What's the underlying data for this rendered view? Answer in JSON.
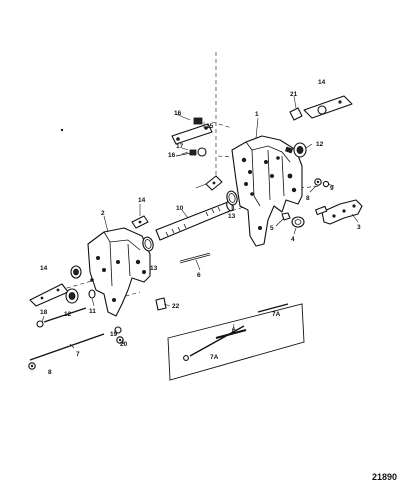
{
  "figure_code": "21890",
  "callouts": [
    {
      "key": "c1",
      "label": "1"
    },
    {
      "key": "c2",
      "label": "2"
    },
    {
      "key": "c3",
      "label": "3"
    },
    {
      "key": "c4",
      "label": "4"
    },
    {
      "key": "c5",
      "label": "5"
    },
    {
      "key": "c6",
      "label": "6"
    },
    {
      "key": "c6b",
      "label": "6"
    },
    {
      "key": "c7",
      "label": "7"
    },
    {
      "key": "c7a1",
      "label": "7A"
    },
    {
      "key": "c7a2",
      "label": "7A"
    },
    {
      "key": "c8",
      "label": "8"
    },
    {
      "key": "c8b",
      "label": "8"
    },
    {
      "key": "c9",
      "label": "9"
    },
    {
      "key": "c10",
      "label": "10"
    },
    {
      "key": "c11",
      "label": "11"
    },
    {
      "key": "c12a",
      "label": "12"
    },
    {
      "key": "c12b",
      "label": "12"
    },
    {
      "key": "c13a",
      "label": "13"
    },
    {
      "key": "c13b",
      "label": "13"
    },
    {
      "key": "c14a",
      "label": "14"
    },
    {
      "key": "c14b",
      "label": "14"
    },
    {
      "key": "c14c",
      "label": "14"
    },
    {
      "key": "c15",
      "label": "15"
    },
    {
      "key": "c16a",
      "label": "16"
    },
    {
      "key": "c16b",
      "label": "16"
    },
    {
      "key": "c17",
      "label": "17"
    },
    {
      "key": "c18",
      "label": "18"
    },
    {
      "key": "c19",
      "label": "19"
    },
    {
      "key": "c20",
      "label": "20"
    },
    {
      "key": "c21",
      "label": "21"
    },
    {
      "key": "c22",
      "label": "22"
    }
  ]
}
